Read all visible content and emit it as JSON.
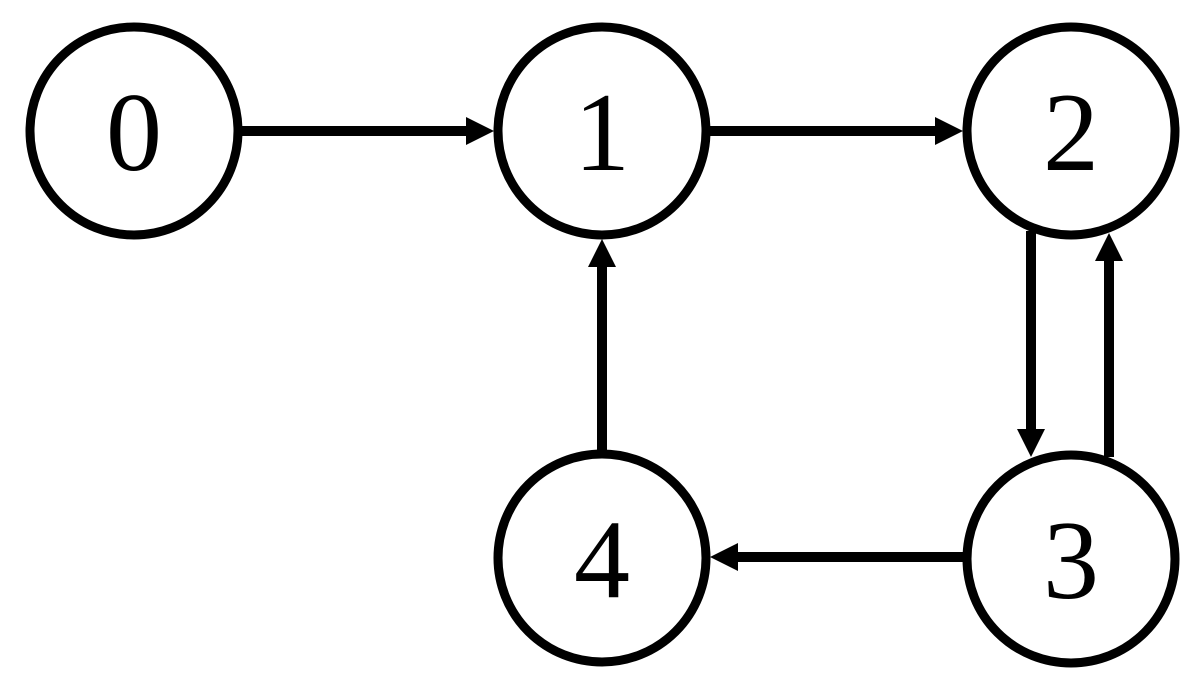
{
  "diagram": {
    "type": "directed-graph",
    "background_color": "#ffffff",
    "stroke_color": "#000000",
    "nodes": [
      {
        "id": "0",
        "label": "0"
      },
      {
        "id": "1",
        "label": "1"
      },
      {
        "id": "2",
        "label": "2"
      },
      {
        "id": "3",
        "label": "3"
      },
      {
        "id": "4",
        "label": "4"
      }
    ],
    "edges": [
      {
        "from": "0",
        "to": "1"
      },
      {
        "from": "1",
        "to": "2"
      },
      {
        "from": "2",
        "to": "3"
      },
      {
        "from": "3",
        "to": "2"
      },
      {
        "from": "3",
        "to": "4"
      },
      {
        "from": "4",
        "to": "1"
      }
    ]
  }
}
